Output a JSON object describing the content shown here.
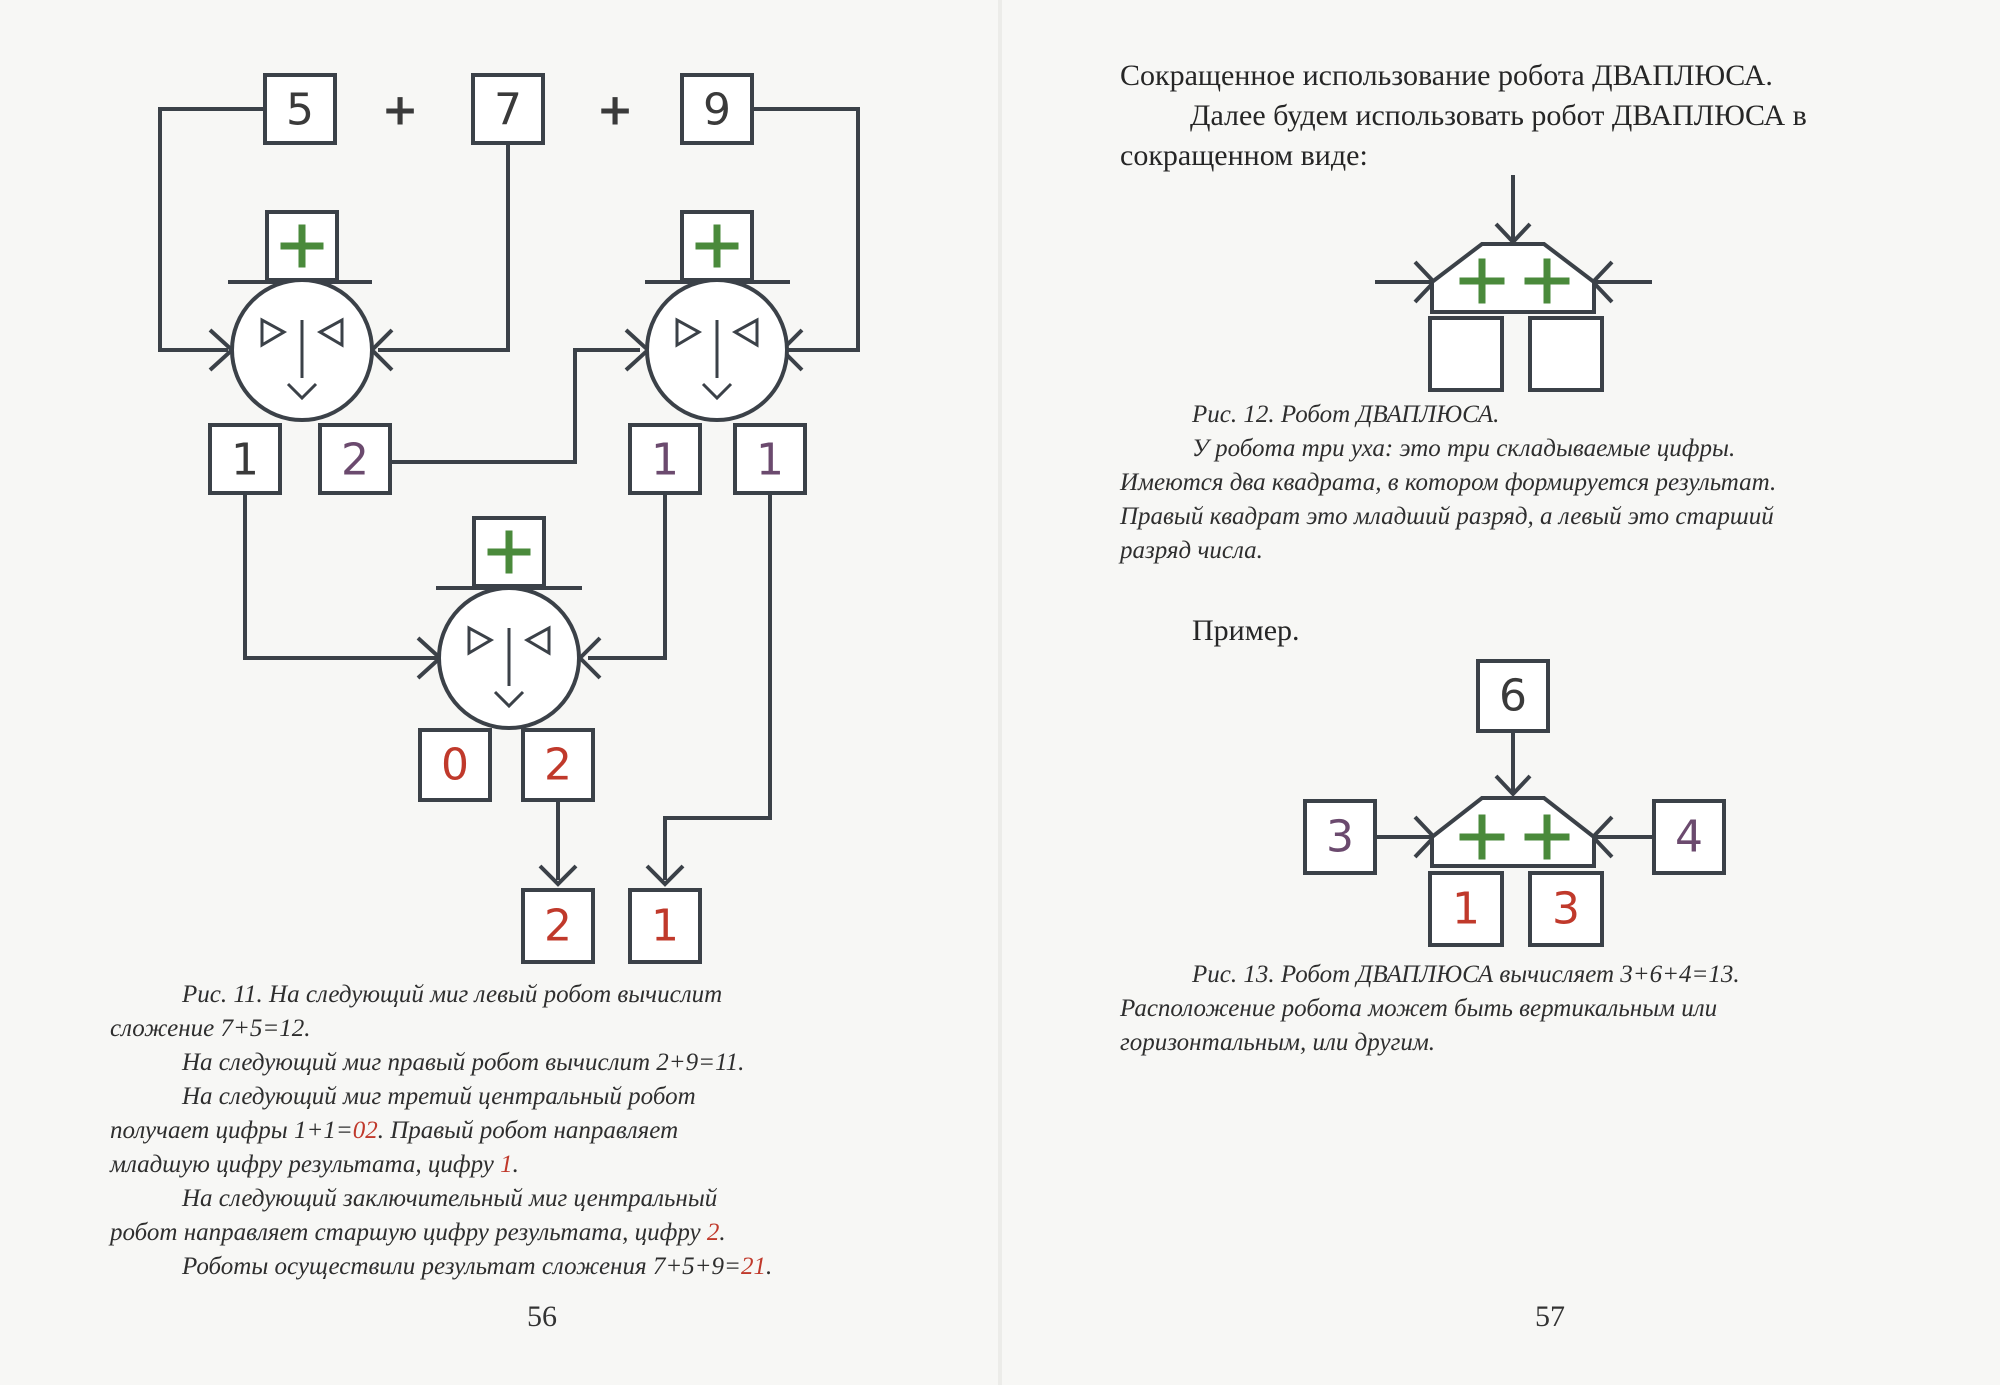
{
  "left_page": {
    "top_digits": [
      "5",
      "7",
      "9"
    ],
    "top_ops": [
      "+",
      "+"
    ],
    "left_robot_outputs": [
      "1",
      "2"
    ],
    "right_robot_outputs": [
      "1",
      "1"
    ],
    "center_robot_outputs": [
      "0",
      "2"
    ],
    "final_result": [
      "2",
      "1"
    ],
    "robot_hat_label": "+",
    "caption": {
      "line1": "Рис. 11. На следующий миг левый робот вычислит",
      "line2": "сложение 7+5=12.",
      "line3": "На следующий миг правый робот вычислит 2+9=11.",
      "line4": "На следующий миг третий центральный робот",
      "line5a": "получает цифры 1+1=",
      "line5b": "02",
      "line5c": ". Правый робот направляет",
      "line6a": "младшую цифру результата, цифру ",
      "line6b": "1",
      "line6c": ".",
      "line7": "На следующий заключительный миг центральный",
      "line8a": "робот направляет старшую цифру результата, цифру ",
      "line8b": "2",
      "line8c": ".",
      "line9a": "Роботы осуществили результат сложения 7+5+9=",
      "line9b": "21",
      "line9c": "."
    },
    "page_number": "56"
  },
  "right_page": {
    "heading_line1": "Сокращенное использование робота ДВАПЛЮСА.",
    "heading_line2": "Далее будем использовать робот ДВАПЛЮСА в",
    "heading_line3": "сокращенном виде:",
    "fig12_caption": {
      "line1": "Рис. 12. Робот ДВАПЛЮСА.",
      "line2": "У робота три уха:  это три складываемые цифры.",
      "line3": "Имеются два квадрата, в котором формируется результат.",
      "line4": "Правый квадрат это младший разряд, а левый это старший",
      "line5": "разряд числа."
    },
    "example_label": "Пример.",
    "fig13_inputs": {
      "top": "6",
      "left": "3",
      "right": "4"
    },
    "fig13_outputs": [
      "1",
      "3"
    ],
    "fig13_caption": {
      "line1": "Рис. 13. Робот ДВАПЛЮСА вычисляет 3+6+4=13.",
      "line2": "Расположение робота может быть вертикальным или",
      "line3": "горизонтальным, или другим."
    },
    "page_number": "57"
  },
  "colors": {
    "ink": "#3b4148",
    "plus_green": "#4a8a3b",
    "digit_dark": "#3a3a3a",
    "digit_purple": "#6b4a6e",
    "digit_red": "#c0392b"
  }
}
